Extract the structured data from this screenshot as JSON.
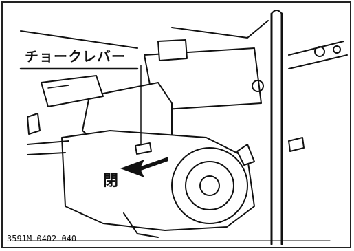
{
  "labels": {
    "choke_lever": "チョークレバー",
    "closed": "閉",
    "figure_code": "3591M-0402-040"
  },
  "colors": {
    "line": "#111111",
    "background": "#ffffff"
  }
}
